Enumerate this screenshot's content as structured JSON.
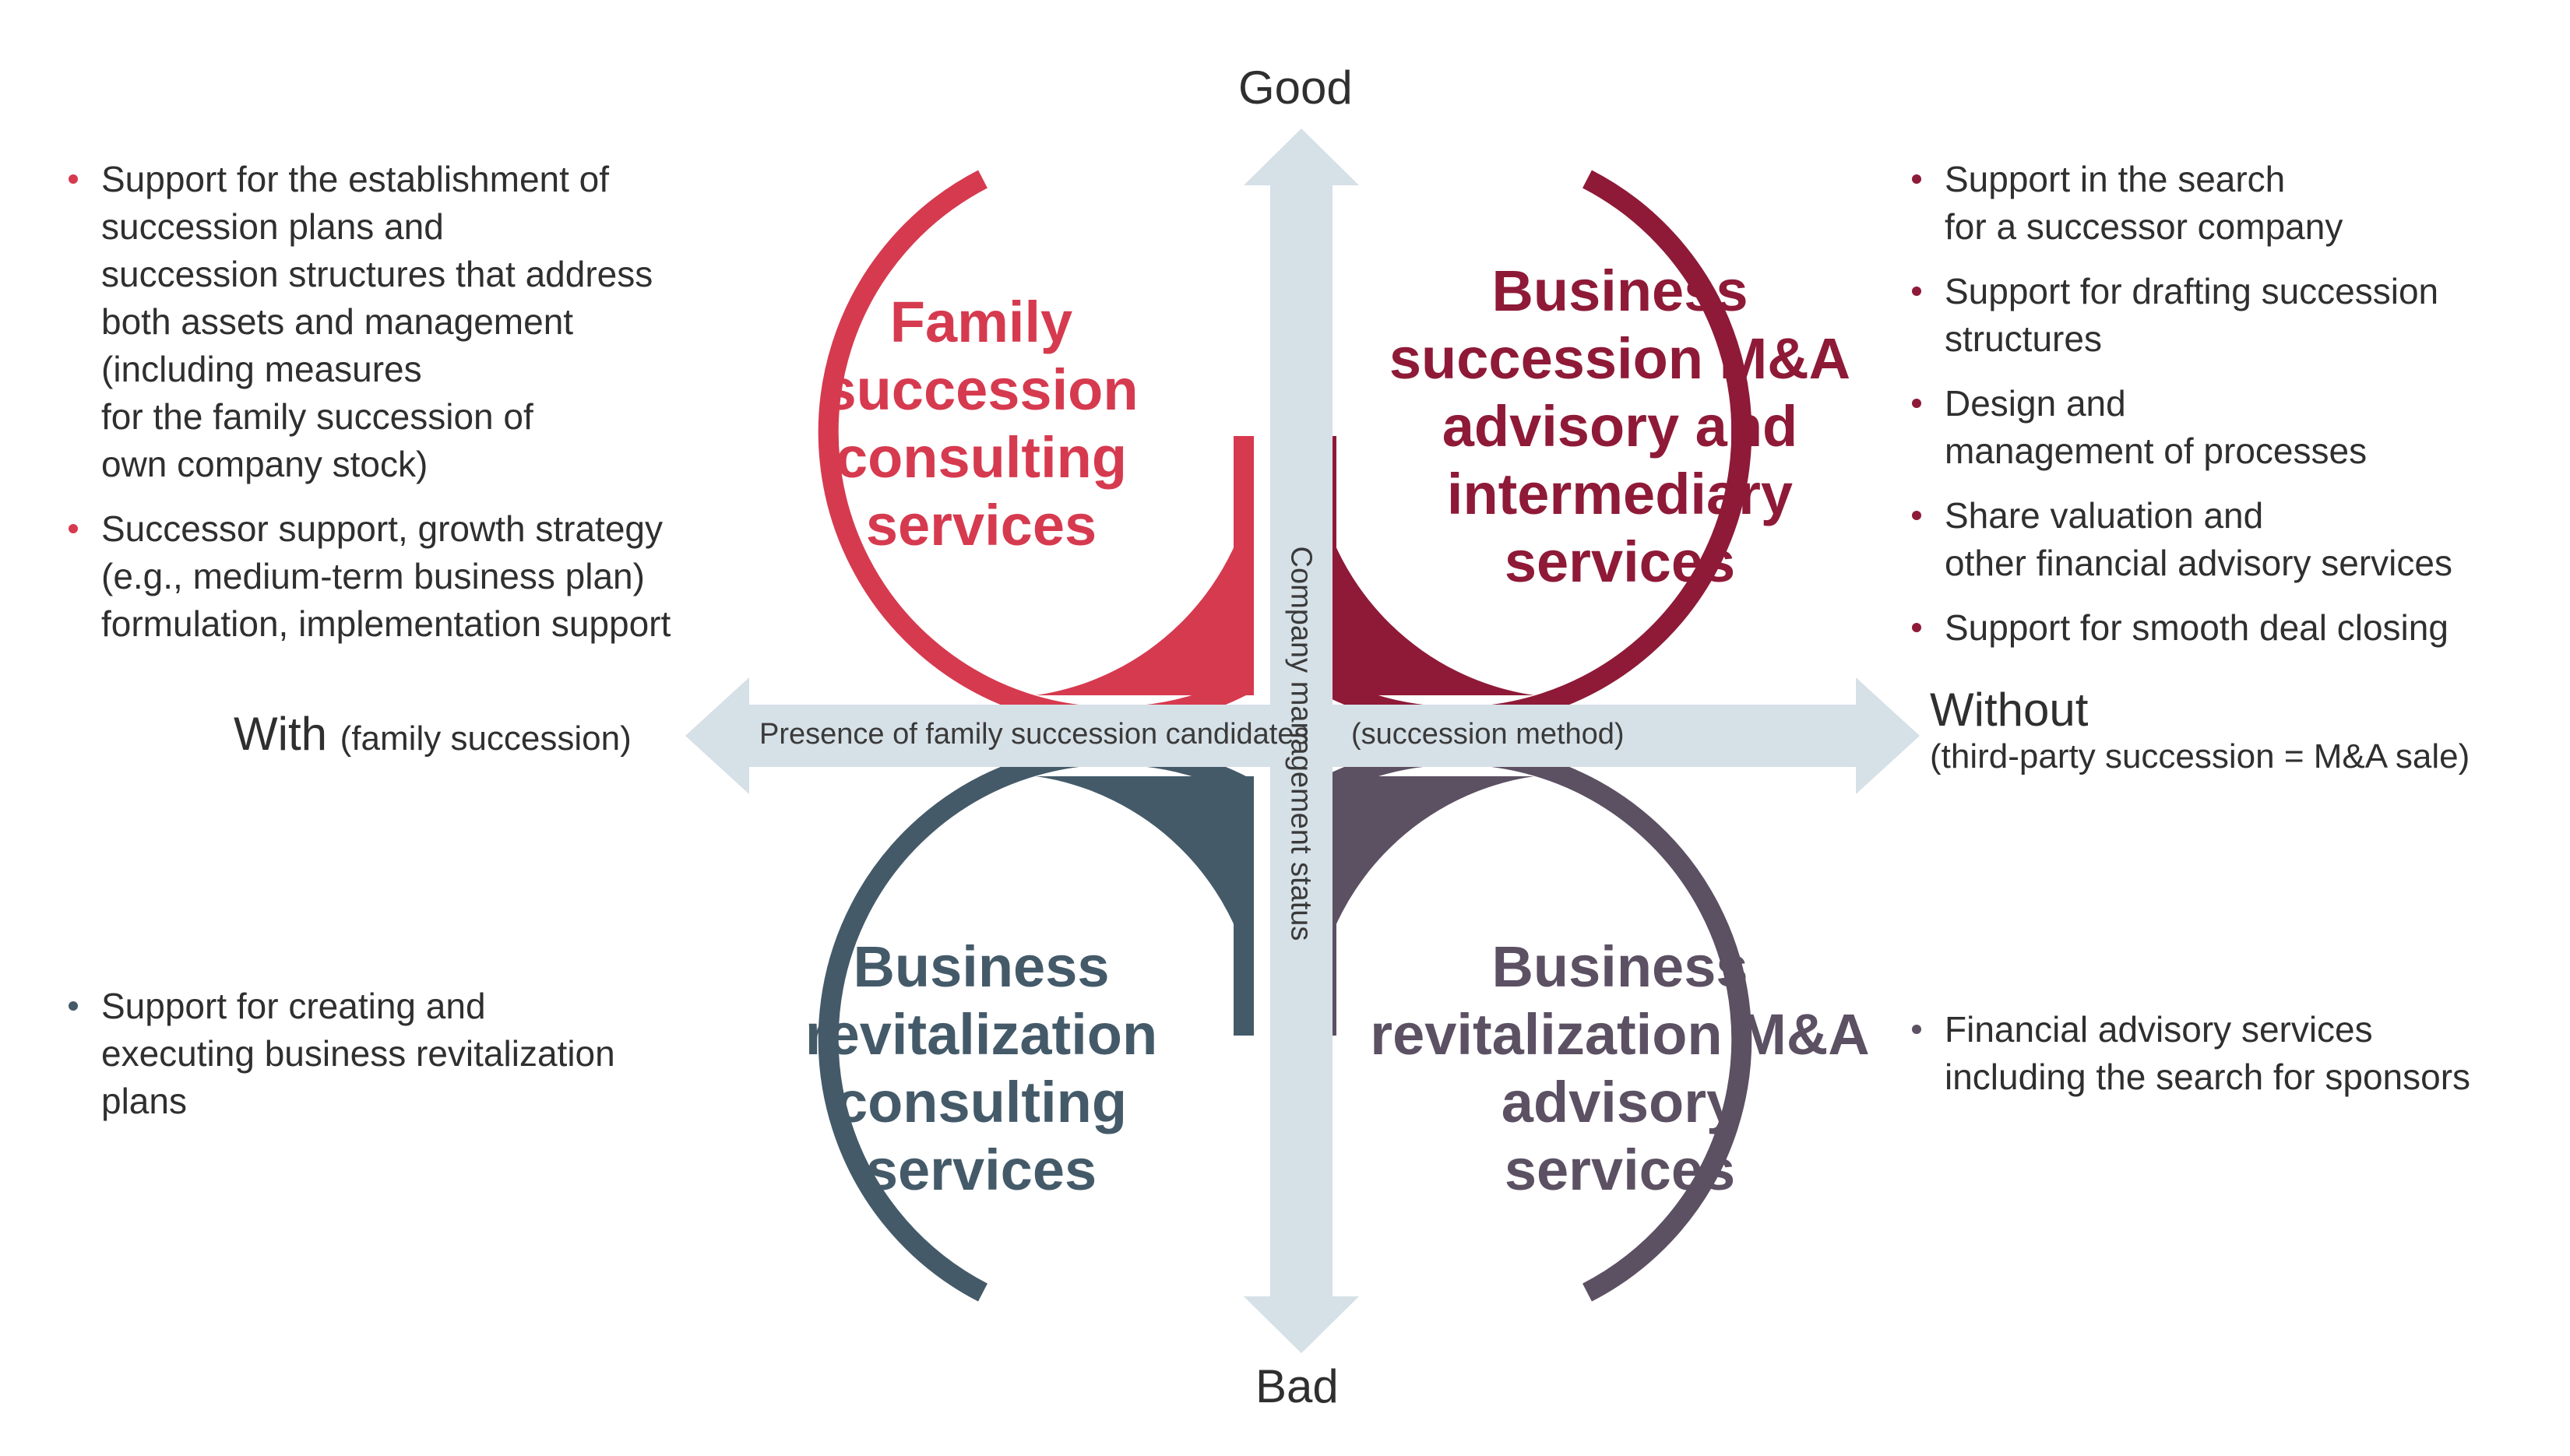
{
  "colors": {
    "family": "#d63a4f",
    "ma": "#8e1a37",
    "revital": "#445a69",
    "revital_ma": "#5c5063",
    "arrow": "#d6e0e7"
  },
  "axes": {
    "top": "Good",
    "bottom": "Bad",
    "left_main": "With",
    "left_note": "(family succession)",
    "right_main": "Without",
    "right_note": "(third-party succession = M&A sale)",
    "horizontal_caption": "Presence of family succession candidates",
    "horizontal_caption_2": "(succession method)",
    "vertical_caption": "Company management status"
  },
  "quadrants": {
    "top_left": {
      "title": "Family\nsuccession\nconsulting\nservices",
      "bullets": [
        "Support for the establishment of\nsuccession plans and\nsuccession structures that address\nboth assets and management\n(including measures\nfor the family succession of\nown company stock)",
        "Successor support, growth strategy\n(e.g., medium-term business plan)\nformulation, implementation support"
      ]
    },
    "top_right": {
      "title": "Business\nsuccession M&A\nadvisory and\nintermediary\nservices",
      "bullets": [
        "Support in the search\nfor a successor company",
        "Support for drafting succession\nstructures",
        "Design and\nmanagement of processes",
        "Share valuation and\nother financial advisory services",
        "Support for smooth deal closing"
      ]
    },
    "bottom_left": {
      "title": "Business\nrevitalization\nconsulting\nservices",
      "bullets": [
        "Support for creating and\nexecuting business revitalization\nplans"
      ]
    },
    "bottom_right": {
      "title": "Business\nrevitalization M&A\nadvisory\nservices",
      "bullets": [
        "Financial advisory services\nincluding the search for sponsors"
      ]
    }
  }
}
